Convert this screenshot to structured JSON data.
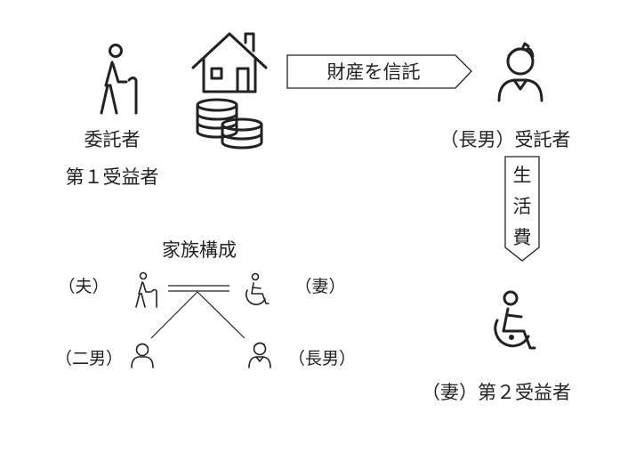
{
  "settlor": {
    "line1": "委託者",
    "line2": "第１受益者"
  },
  "trust_arrow": {
    "label": "財産を信託"
  },
  "trustee": {
    "label": "（長男）受託者"
  },
  "living_arrow": {
    "chars": [
      "生",
      "活",
      "費"
    ]
  },
  "second_beneficiary": {
    "label": "（妻）第２受益者"
  },
  "family": {
    "title": "家族構成",
    "husband": "（夫）",
    "wife": "（妻）",
    "second_son": "（二男）",
    "eldest_son": "（長男）"
  }
}
